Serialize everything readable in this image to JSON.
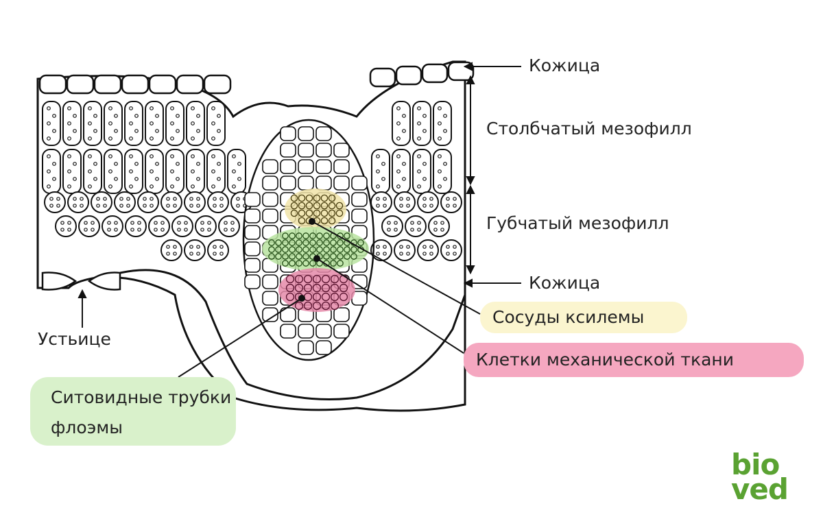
{
  "labels": {
    "epidermis_top": "Кожица",
    "palisade": "Столбчатый мезофилл",
    "spongy": "Губчатый мезофилл",
    "epidermis_bottom": "Кожица",
    "stoma": "Устьице",
    "xylem": "Сосуды ксилемы",
    "mechanical": "Клетки механической ткани",
    "phloem": "Ситовидные трубки флоэмы"
  },
  "logo": {
    "line1": "bio",
    "line2": "ved"
  },
  "colors": {
    "xylem": "#f0e3a8",
    "phloem": "#b9e3a0",
    "mechanical": "#e58aa9",
    "logo": "#5aa232",
    "line": "#111111"
  }
}
